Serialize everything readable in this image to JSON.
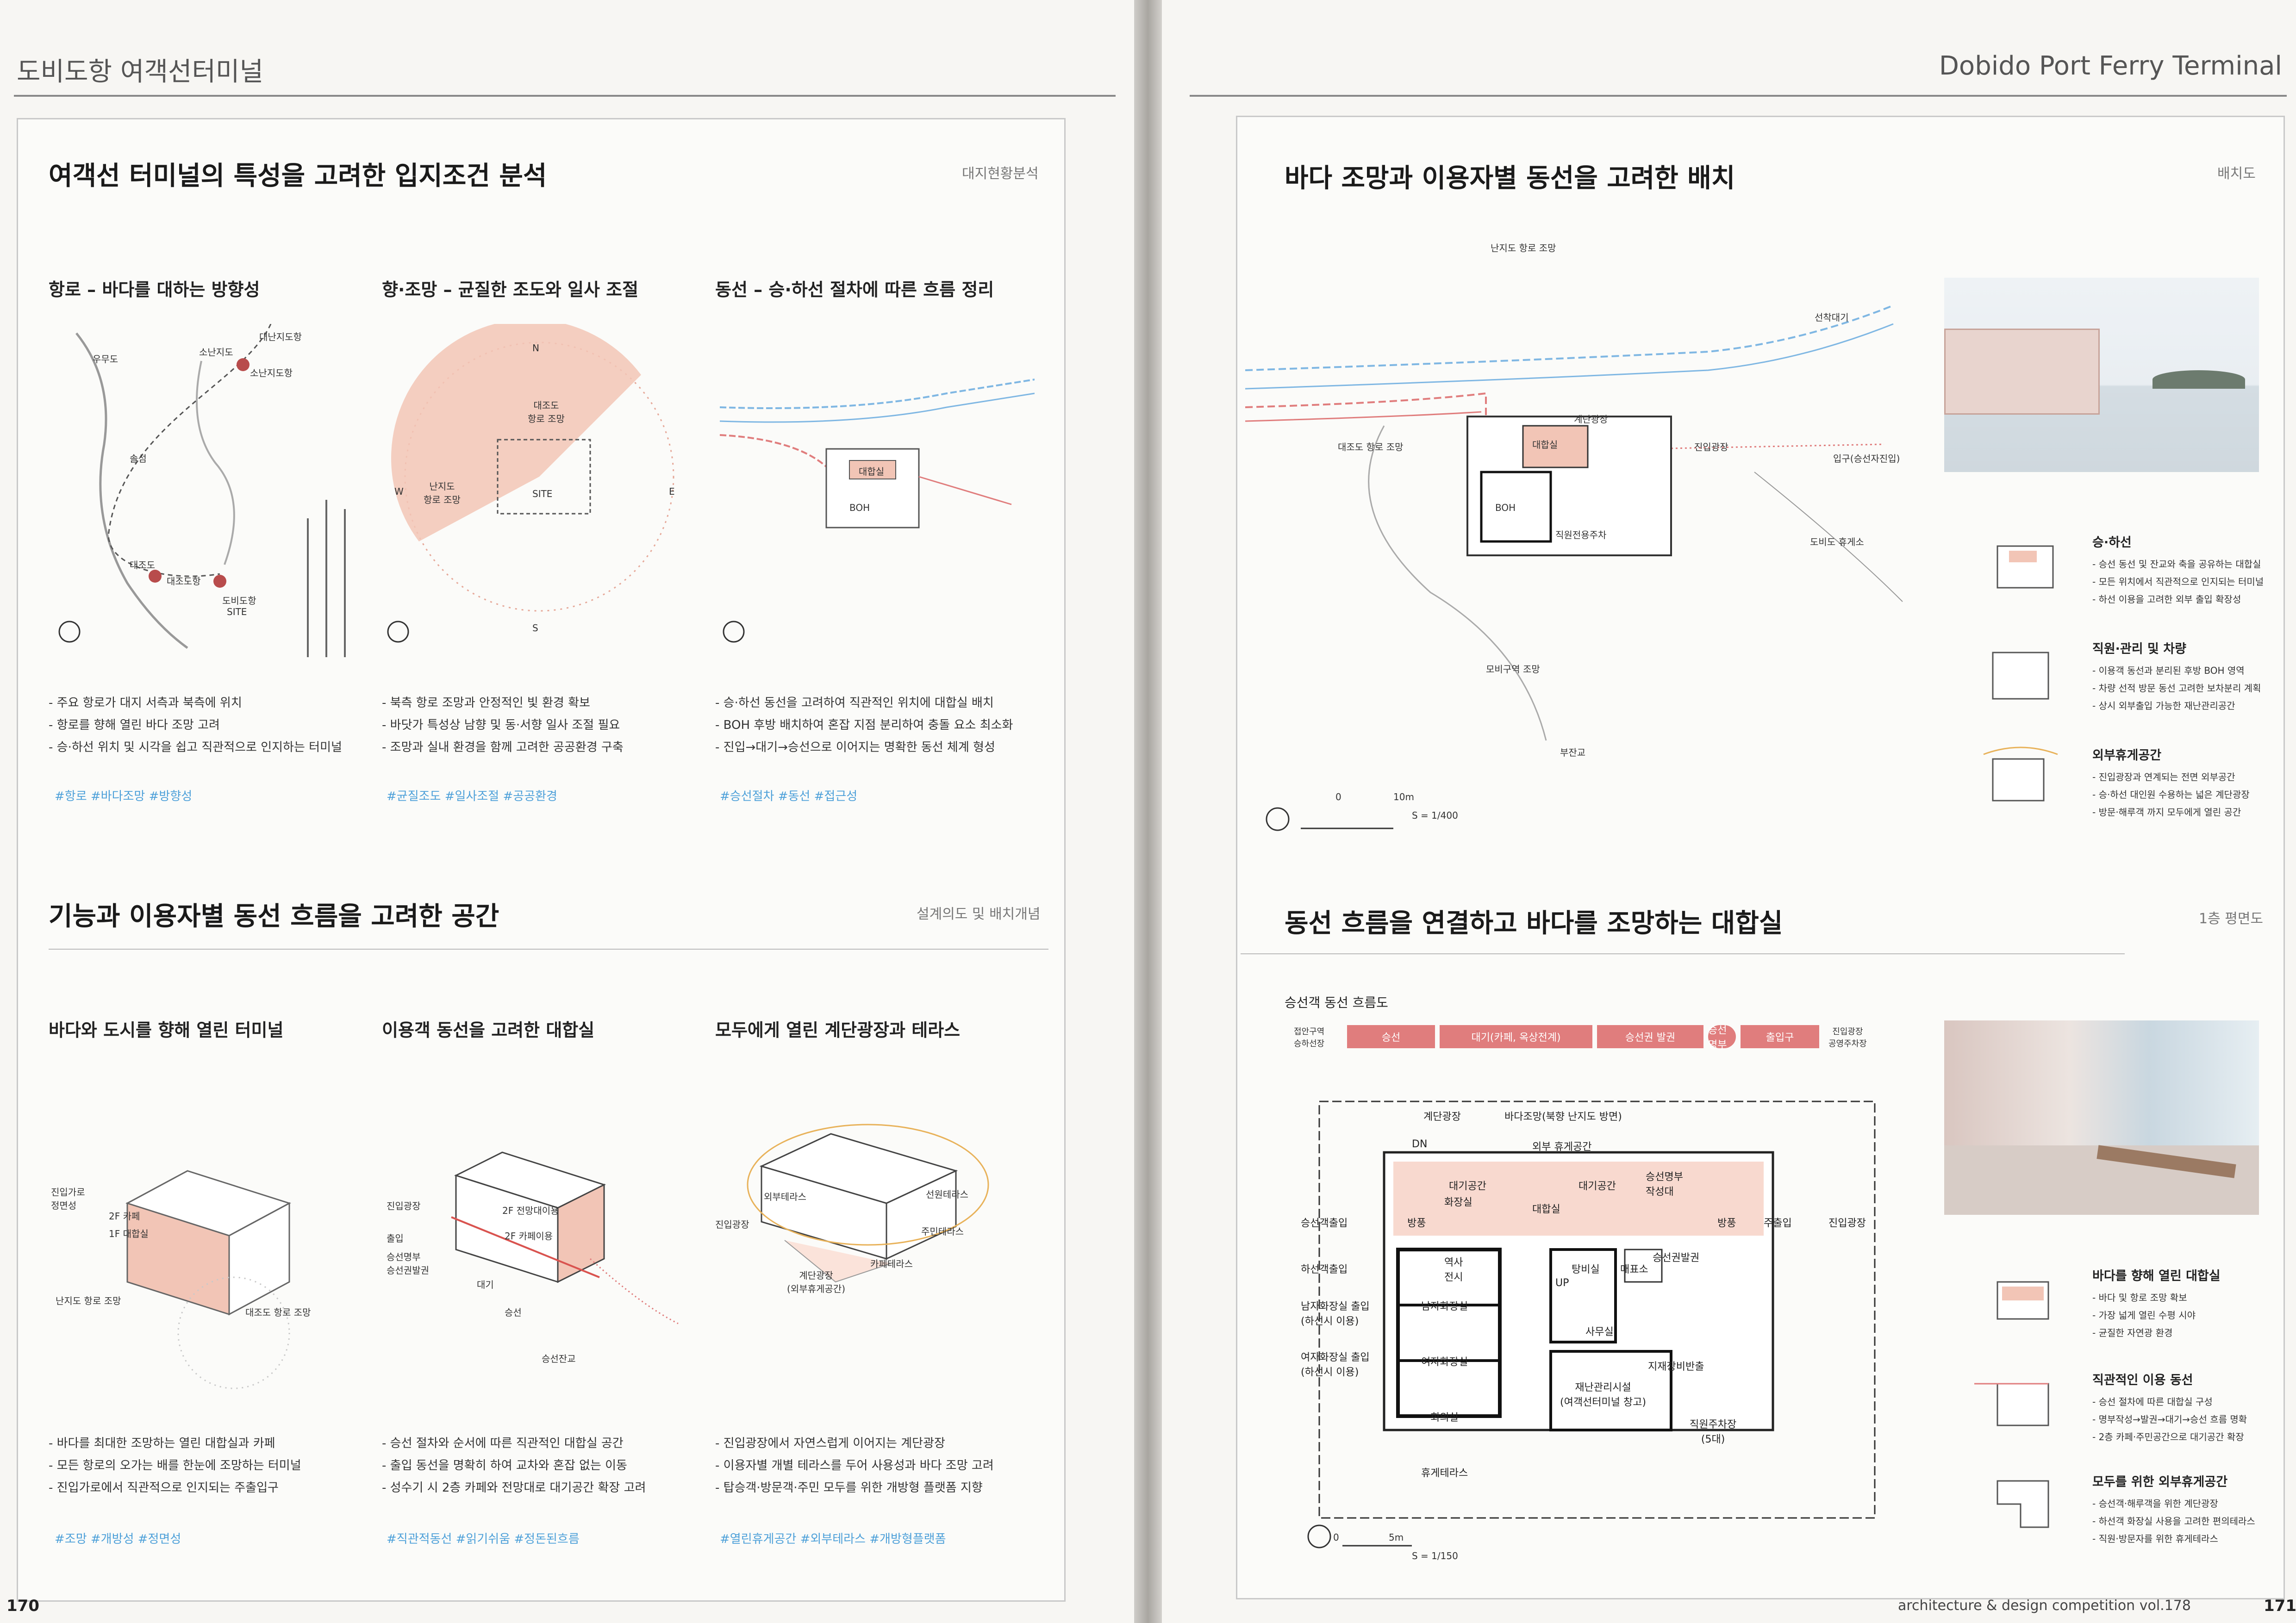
{
  "left_page": {
    "running_title": "도비도항 여객선터미널",
    "page_number": "170",
    "section1": {
      "title": "여객선 터미널의 특성을 고려한 입지조건 분석",
      "tag": "대지현황분석",
      "columns": [
        {
          "heading": "항로 – 바다를 대하는 방향성",
          "labels": [
            "대난지도항",
            "소난지도",
            "소난지도항",
            "우무도",
            "솔섬",
            "대조도",
            "대조도항",
            "도비도항",
            "SITE"
          ],
          "bullets": [
            "- 주요 항로가 대지 서측과 북측에 위치",
            "- 항로를 향해 열린 바다 조망 고려",
            "- 승·하선 위치 및 시각을 쉽고 직관적으로 인지하는 터미널"
          ],
          "hashtags": "#항로  #바다조망  #방향성"
        },
        {
          "heading": "향·조망 – 균질한 조도와 일사 조절",
          "labels": [
            "N",
            "S",
            "W",
            "E",
            "대조도\n항로 조망",
            "난지도\n항로 조망",
            "SITE"
          ],
          "bullets": [
            "- 북측 항로 조망과 안정적인 빛 환경 확보",
            "- 바닷가 특성상 남향 및 동·서향 일사 조절 필요",
            "- 조망과 실내 환경을 함께 고려한 공공환경 구축"
          ],
          "hashtags": "#균질조도  #일사조절  #공공환경"
        },
        {
          "heading": "동선 – 승·하선 절차에 따른 흐름 정리",
          "labels": [
            "대합실",
            "BOH"
          ],
          "bullets": [
            "- 승·하선 동선을 고려하여 직관적인 위치에 대합실 배치",
            "- BOH 후방 배치하여 혼잡 지점 분리하여 충돌 요소 최소화",
            "- 진입→대기→승선으로 이어지는 명확한 동선 체계 형성"
          ],
          "hashtags": "#승선절차  #동선  #접근성"
        }
      ]
    },
    "section2": {
      "title": "기능과 이용자별 동선 흐름을 고려한 공간",
      "tag": "설계의도 및 배치개념",
      "columns": [
        {
          "heading": "바다와 도시를 향해 열린 터미널",
          "labels": [
            "진입가로\n정면성",
            "2F 카페",
            "1F 대합실",
            "난지도 항로 조망",
            "대조도 항로 조망"
          ],
          "bullets": [
            "- 바다를 최대한 조망하는 열린 대합실과 카페",
            "- 모든 항로의 오가는 배를 한눈에 조망하는 터미널",
            "- 진입가로에서 직관적으로 인지되는 주출입구"
          ],
          "hashtags": "#조망  #개방성  #정면성"
        },
        {
          "heading": "이용객 동선을 고려한 대합실",
          "labels": [
            "진입광장",
            "출입",
            "승선명부\n승선권발권",
            "대기",
            "승선",
            "승선잔교",
            "2F 전망대이용",
            "2F 카페이용"
          ],
          "bullets": [
            "- 승선 절차와 순서에 따른 직관적인 대합실 공간",
            "- 출입 동선을 명확히 하여 교차와 혼잡 없는 이동",
            "- 성수기 시 2층 카페와 전망대로 대기공간 확장 고려"
          ],
          "hashtags": "#직관적동선  #읽기쉬움  #정돈된흐름"
        },
        {
          "heading": "모두에게 열린 계단광장과 테라스",
          "labels": [
            "진입광장",
            "외부테라스",
            "선원테라스",
            "주민테라스",
            "카페테라스",
            "계단광장\n(외부휴게공간)"
          ],
          "bullets": [
            "- 진입광장에서 자연스럽게 이어지는 계단광장",
            "- 이용자별 개별 테라스를 두어 사용성과 바다 조망 고려",
            "- 탑승객·방문객·주민 모두를 위한 개방형 플랫폼 지향"
          ],
          "hashtags": "#열린휴게공간  #외부테라스  #개방형플랫폼"
        }
      ]
    }
  },
  "right_page": {
    "running_title": "Dobido Port Ferry Terminal",
    "page_number": "171",
    "footer": "architecture & design competition vol.178",
    "section1": {
      "title": "바다 조망과 이용자별 동선을 고려한 배치",
      "tag": "배치도",
      "site_labels": [
        "난지도 항로 조망",
        "대조도 항로 조망",
        "진입광장",
        "도비도 휴게소",
        "직원전용주차",
        "BOH",
        "대합실",
        "계단광장",
        "부잔교",
        "모비구역 조망",
        "선착대기",
        "입구(승선자진입)"
      ],
      "scale": "S = 1/400",
      "scale_labels": [
        "0",
        "10m"
      ],
      "sidebar": [
        {
          "title": "승·하선",
          "lines": [
            "- 승선 동선 및 잔교와 축을 공유하는 대합실",
            "- 모든 위치에서 직관적으로 인지되는 터미널",
            "- 하선 이용을 고려한 외부 출입 확장성"
          ]
        },
        {
          "title": "직원·관리 및 차량",
          "lines": [
            "- 이용객 동선과 분리된 후방 BOH 영역",
            "- 차량 선적 방문 동선 고려한 보차분리 계획",
            "- 상시 외부출입 가능한 재난관리공간"
          ]
        },
        {
          "title": "외부휴게공간",
          "lines": [
            "- 진입광장과 연계되는 전면 외부공간",
            "- 승·하선 대인원 수용하는 넓은 계단광장",
            "- 방문·해루객 까지 모두에게 열린 공간"
          ]
        }
      ]
    },
    "section2": {
      "title": "동선 흐름을 연결하고 바다를 조망하는 대합실",
      "tag": "1층 평면도",
      "flow_title": "승선객 동선 흐름도",
      "flow_steps": [
        "승선",
        "대기(카페, 옥상전계)",
        "승선권 발권",
        "승선명부",
        "출입구"
      ],
      "flow_left": "접안구역\n승하선장",
      "flow_right": "진입광장\n공영주차장",
      "rooms": [
        "외부 휴게공간",
        "대합실",
        "대기공간",
        "대기공간",
        "방풍",
        "방풍",
        "매표소",
        "탕비실",
        "사무실",
        "남자화장실",
        "여자화장실",
        "회의실",
        "재난관리시설\n(여객선터미널 창고)",
        "직원주차장\n(5대)",
        "휴게테라스",
        "진입광장",
        "계단광장",
        "바다조망(북향 난지도 방면)",
        "역사\n전시",
        "UP",
        "DN",
        "승선권발권",
        "화장실",
        "승선명부\n작성대"
      ],
      "entries": [
        "승선객출입",
        "하선객출입",
        "남자화장실 출입\n(하선시 이용)",
        "여자화장실 출입\n(하선시 이용)",
        "주출입",
        "지재장비반출"
      ],
      "scale": "S = 1/150",
      "scale_labels": [
        "0",
        "5m"
      ],
      "sidebar": [
        {
          "title": "바다를 향해 열린 대합실",
          "lines": [
            "- 바다 및 항로 조망 확보",
            "- 가장 넓게 열린 수평 시야",
            "- 균질한 자연광 환경"
          ]
        },
        {
          "title": "직관적인 이용 동선",
          "lines": [
            "- 승선 절차에 따른 대합실 구성",
            "- 명부작성→발권→대기→승선 흐름 명확",
            "- 2층 카페·주민공간으로 대기공간 확장"
          ]
        },
        {
          "title": "모두를 위한 외부휴게공간",
          "lines": [
            "- 승선객·해루객을 위한 계단광장",
            "- 하선객 화장실 사용을 고려한 편의테라스",
            "- 직원·방문자를 위한 휴게테라스"
          ]
        }
      ]
    }
  },
  "colors": {
    "accent_blue": "#4da0d9",
    "flow_red": "#e07d7d",
    "salmon_fill": "#f2c5b6"
  }
}
